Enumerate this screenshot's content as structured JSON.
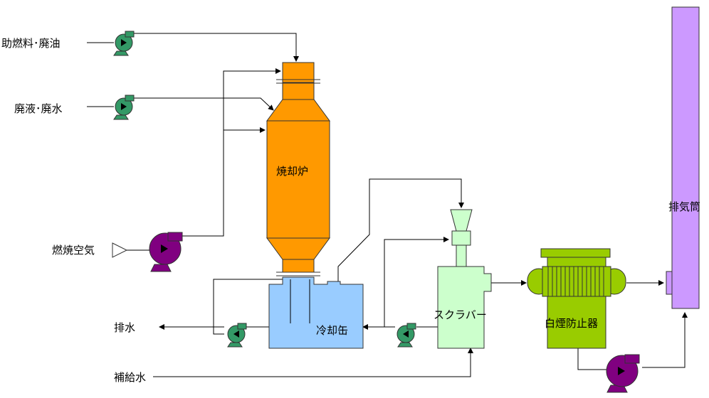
{
  "labels": {
    "aux_fuel": "助燃料･廃油",
    "waste_liquid": "廃液･廃水",
    "combustion_air": "燃焼空気",
    "drain": "排水",
    "makeup_water": "補給水",
    "incinerator": "焼却炉",
    "quench_tank": "冷却缶",
    "scrubber": "スクラバー",
    "demister": "白煙防止器",
    "stack": "排気筒"
  },
  "colors": {
    "incinerator": "#ff9900",
    "quench_tank": "#99ccff",
    "scrubber": "#ccffcc",
    "demister": "#99cc00",
    "stack": "#cc99ff",
    "pump_green": "#339966",
    "pump_purple": "#800080"
  },
  "icons": {
    "small_pump": "centrifugal-pump-icon",
    "blower": "blower-icon",
    "air_inlet": "air-inlet-triangle-icon"
  }
}
